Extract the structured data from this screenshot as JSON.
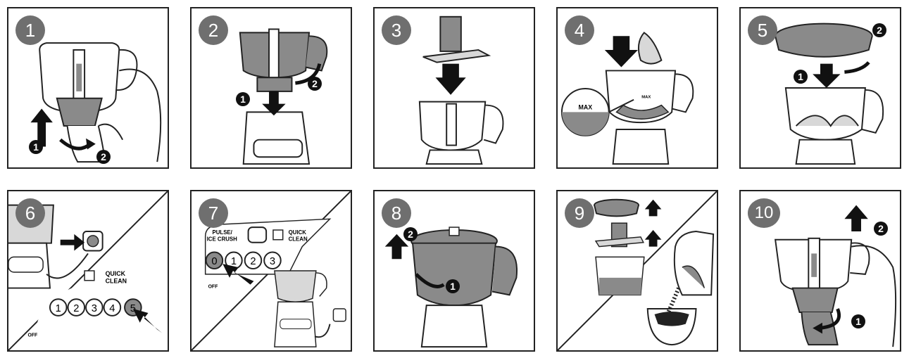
{
  "steps": [
    {
      "number": "1",
      "callouts": [
        "1",
        "2"
      ]
    },
    {
      "number": "2",
      "callouts": [
        "1",
        "2"
      ]
    },
    {
      "number": "3"
    },
    {
      "number": "4",
      "max_label": "MAX",
      "bowl_max_label": "MAX"
    },
    {
      "number": "5",
      "callouts": [
        "1",
        "2"
      ]
    },
    {
      "number": "6",
      "quick_clean": "QUICK\nCLEAN",
      "speeds": [
        "1",
        "2",
        "3",
        "4",
        "5"
      ],
      "off_label": "OFF"
    },
    {
      "number": "7",
      "pulse_label": "PULSE/\nICE CRUSH",
      "quick_clean": "QUICK\nCLEAN",
      "speeds": [
        "0",
        "1",
        "2",
        "3"
      ],
      "off_label": "OFF"
    },
    {
      "number": "8",
      "callouts": [
        "2",
        "1"
      ]
    },
    {
      "number": "9"
    },
    {
      "number": "10",
      "callouts": [
        "2",
        "1"
      ]
    }
  ],
  "colors": {
    "badge": "#6f6f6f",
    "outline": "#222222",
    "shade": "#8a8a8a",
    "light": "#d8d8d8"
  }
}
